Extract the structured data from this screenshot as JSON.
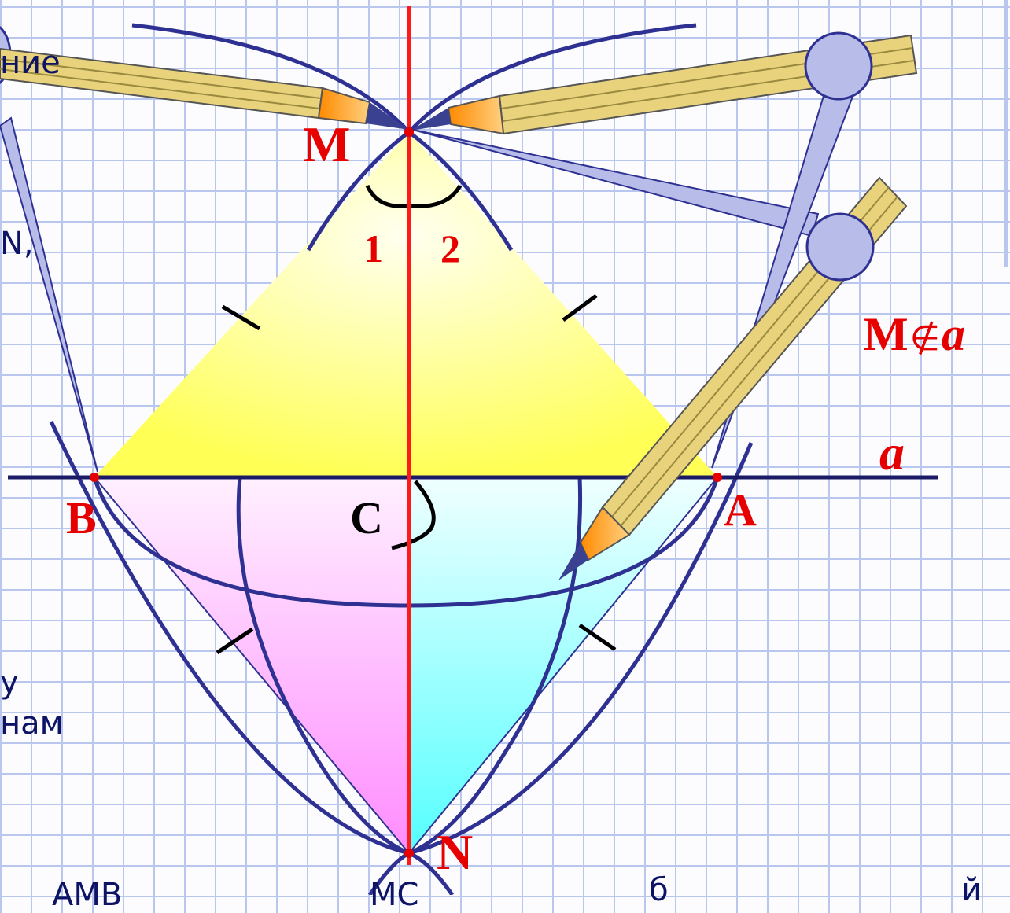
{
  "text_fragments": {
    "top_left": "ние",
    "mid_left": "N,",
    "lower_left_1": "у",
    "lower_left_2": "нам",
    "bottom_row": "AMB",
    "bottom_mid": "MC",
    "bottom_b": "б",
    "bottom_right": "й"
  },
  "points": {
    "M": "M",
    "N": "N",
    "A": "A",
    "B": "B",
    "C": "C"
  },
  "angles": {
    "angle1": "1",
    "angle2": "2"
  },
  "line_label": "a",
  "relation": {
    "point": "M",
    "symbol": "∉",
    "line": "a"
  },
  "colors": {
    "triangle_fill": "#ffff66",
    "perpendicular": "#ff1a1a",
    "arc_stroke": "#2e3192",
    "label_red": "#e60000",
    "left_fill": "#ff99ff",
    "right_fill": "#66ffff",
    "pencil": "#e8d27c",
    "compass": "#b7bce8"
  },
  "icons": [
    "compass-icon",
    "pencil-icon"
  ]
}
